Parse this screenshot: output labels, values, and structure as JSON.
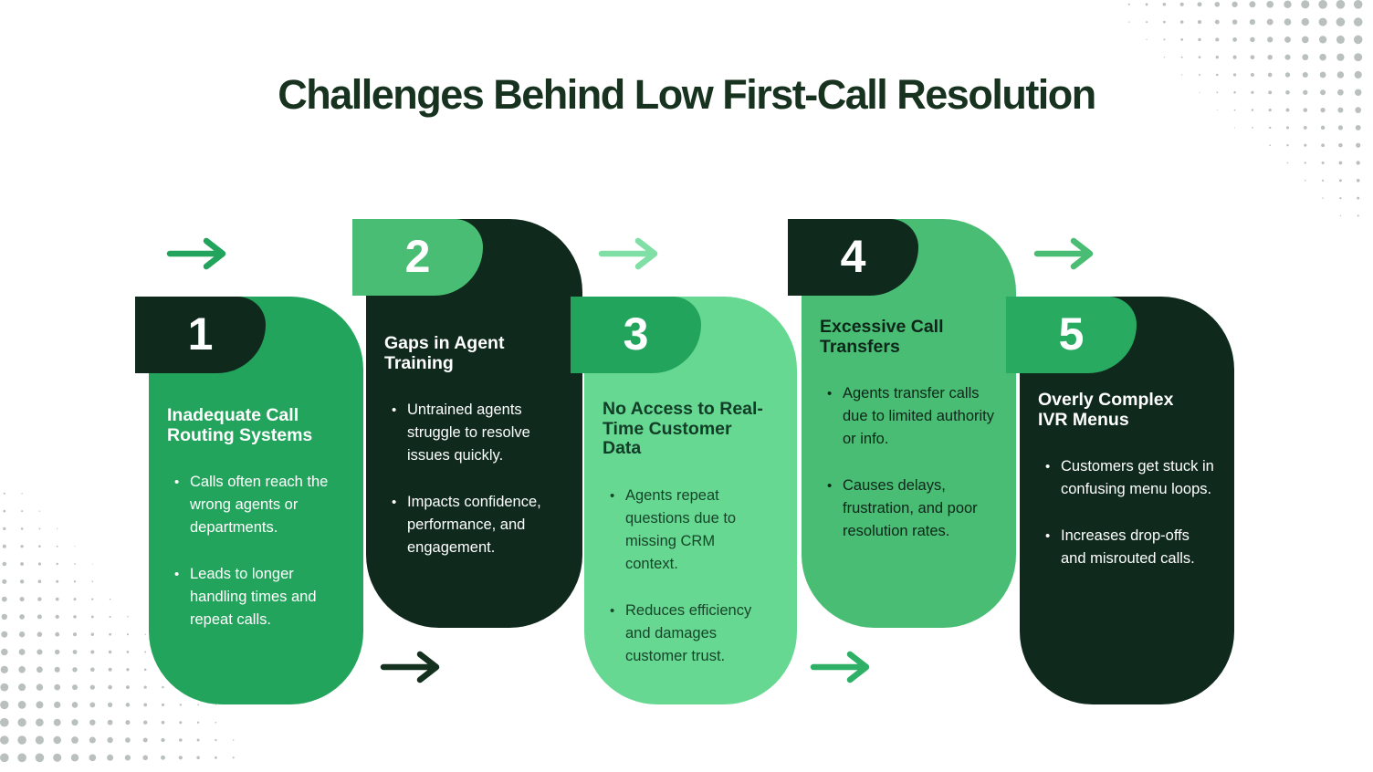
{
  "page": {
    "title": "Challenges Behind Low First-Call Resolution"
  },
  "cards": [
    {
      "number": "1",
      "title": "Inadequate Call\nRouting Systems",
      "bullets": [
        "Calls often reach the\nwrong agents or\ndepartments.",
        "Leads to longer\nhandling times and\nrepeat calls."
      ]
    },
    {
      "number": "2",
      "title": "Gaps in Agent\nTraining",
      "bullets": [
        "Untrained agents\nstruggle to resolve\nissues quickly.",
        "Impacts confidence,\nperformance, and\nengagement."
      ]
    },
    {
      "number": "3",
      "title": "No Access to Real-\nTime Customer\nData",
      "bullets": [
        "Agents repeat\nquestions due to\nmissing CRM\ncontext.",
        "Reduces efficiency\nand damages\ncustomer trust."
      ]
    },
    {
      "number": "4",
      "title": "Excessive Call\nTransfers",
      "bullets": [
        "Agents transfer calls\ndue to limited authority\nor info.",
        "Causes delays,\nfrustration, and poor\nresolution rates."
      ]
    },
    {
      "number": "5",
      "title": "Overly Complex\nIVR Menus",
      "bullets": [
        "Customers get stuck in\nconfusing menu loops.",
        "Increases drop-offs\nand misrouted calls."
      ]
    }
  ],
  "accent_colors": {
    "green": "#23a45c",
    "green_medium": "#48bd73",
    "green_pale": "#66d892",
    "green_tab_5": "#28aa61",
    "dark": "#0f2a1d",
    "title_text": "#17331f",
    "arrow_light_green": "#7fdfa4",
    "arrow_dark": "#14301f",
    "halftone_gray": "#b9c0bd"
  }
}
